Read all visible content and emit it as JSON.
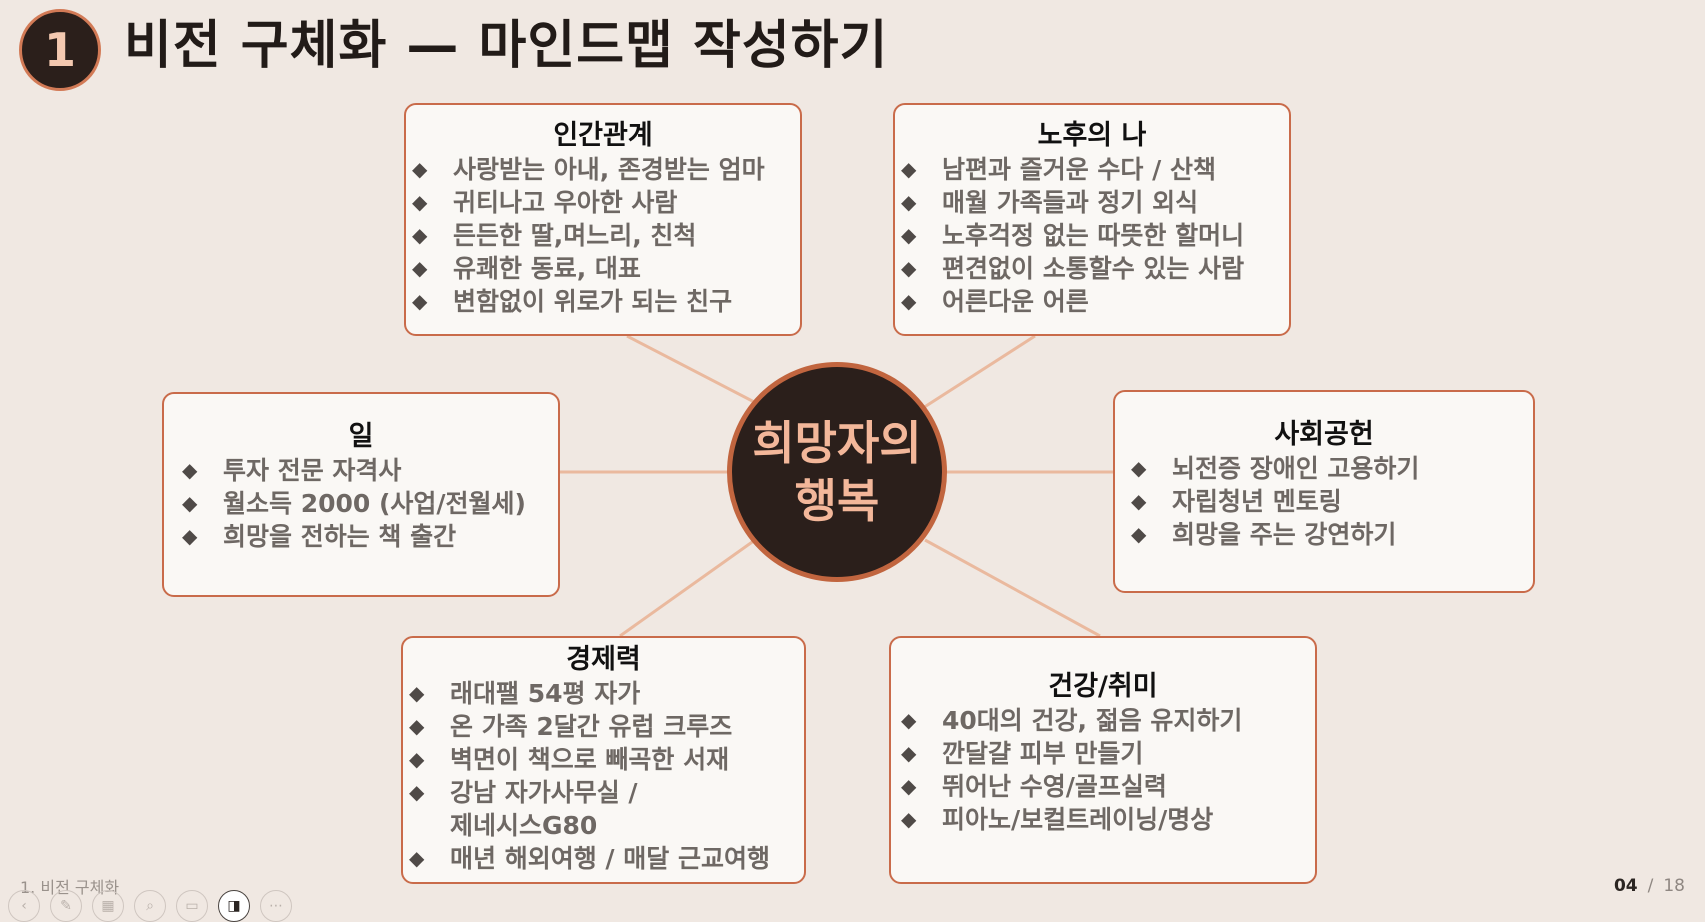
{
  "header": {
    "number": "1",
    "title": "비전 구체화 — 마인드맵 작성하기"
  },
  "center": {
    "text": "희망자의\n행복"
  },
  "boxes": [
    {
      "title": "인간관계",
      "items": [
        "사랑받는 아내, 존경받는 엄마",
        "귀티나고 우아한 사람",
        "든든한 딸,며느리, 친척",
        "유쾌한 동료, 대표",
        "변함없이 위로가 되는 친구"
      ]
    },
    {
      "title": "노후의 나",
      "items": [
        "남편과 즐거운 수다 / 산책",
        "매월 가족들과 정기 외식",
        "노후걱정 없는 따뜻한 할머니",
        "편견없이 소통할수 있는 사람",
        "어른다운 어른"
      ]
    },
    {
      "title": "일",
      "items": [
        "투자 전문 자격사",
        "월소득 2000 (사업/전월세)",
        "희망을 전하는 책 출간"
      ]
    },
    {
      "title": "사회공헌",
      "items": [
        "뇌전증 장애인 고용하기",
        "자립청년 멘토링",
        "희망을 주는 강연하기"
      ]
    },
    {
      "title": "경제력",
      "items": [
        "래대팰 54평 자가",
        "온 가족 2달간 유럽 크루즈",
        "벽면이 책으로 빼곡한 서재",
        "강남 자가사무실 /",
        "제네시스G80",
        "매년 해외여행 / 매달 근교여행"
      ]
    },
    {
      "title": "건강/취미",
      "items": [
        "40대의 건강, 젊음 유지하기",
        "깐달걀 피부 만들기",
        "뛰어난 수영/골프실력",
        "피아노/보컬트레이닝/명상"
      ]
    }
  ],
  "footer": {
    "section_label": "1. 비전 구체화",
    "current_page": "04",
    "separator": "/",
    "total_pages": "18"
  },
  "toolbar": {
    "tools": [
      "back-icon",
      "pen-icon",
      "grid-icon",
      "zoom-icon",
      "subtitle-icon",
      "camera-icon",
      "more-icon"
    ]
  },
  "colors": {
    "background": "#f0e8e2",
    "accent": "#c96b4a",
    "center_fill": "#2b1f1b",
    "center_text": "#f3b79a",
    "connector": "#eab99e"
  }
}
